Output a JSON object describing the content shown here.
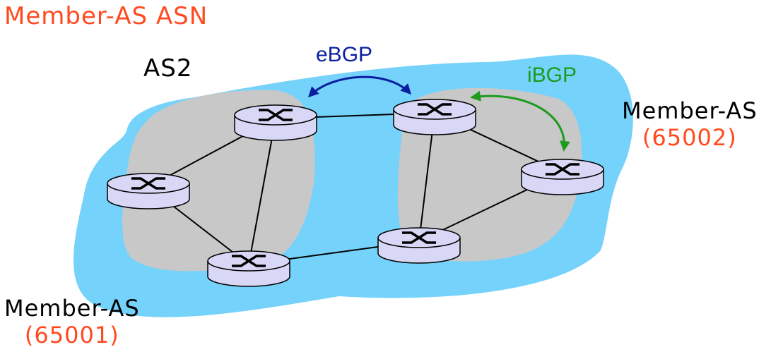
{
  "title": "Member-AS ASN",
  "as_name": "AS2",
  "protocols": {
    "ebgp": "eBGP",
    "ibgp": "iBGP"
  },
  "member_as_left": {
    "name": "Member-AS",
    "asn": "(65001)"
  },
  "member_as_right": {
    "name": "Member-AS",
    "asn": "(65002)"
  },
  "colors": {
    "title": "#ff4a1f",
    "asn": "#ff4a1f",
    "as_cloud": "#75d2fb",
    "member_region": "#c8c8c8",
    "router_body": "#d8d8f6",
    "ebgp": "#0a1fa0",
    "ibgp": "#1e9a1e"
  },
  "icons": [
    "router-icon"
  ]
}
